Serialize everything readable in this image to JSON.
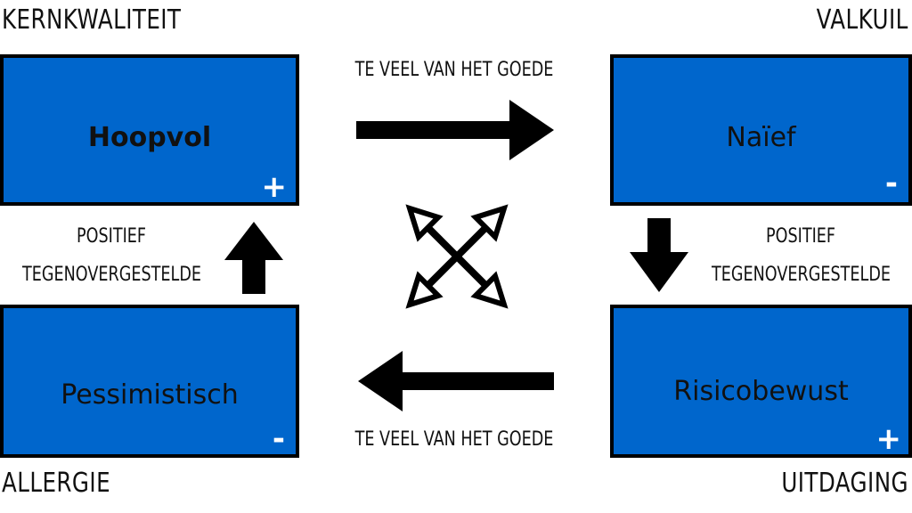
{
  "corners": {
    "top_left": "KERNKWALITEIT",
    "top_right": "VALKUIL",
    "bottom_left": "ALLERGIE",
    "bottom_right": "UITDAGING"
  },
  "boxes": {
    "top_left": {
      "label": "Hoopvol",
      "sign": "+"
    },
    "top_right": {
      "label": "Naïef",
      "sign": "-"
    },
    "bottom_left": {
      "label": "Pessimistisch",
      "sign": "-"
    },
    "bottom_right": {
      "label": "Risicobewust",
      "sign": "+"
    }
  },
  "arrow_labels": {
    "top": "TE VEEL VAN HET GOEDE",
    "bottom": "TE VEEL VAN HET GOEDE",
    "left_line1": "POSITIEF",
    "left_line2": "TEGENOVERGESTELDE",
    "right_line1": "POSITIEF",
    "right_line2": "TEGENOVERGESTELDE"
  },
  "colors": {
    "box_fill": "#0066CC",
    "box_border": "#000000",
    "text": "#111111",
    "sign": "#ffffff"
  }
}
